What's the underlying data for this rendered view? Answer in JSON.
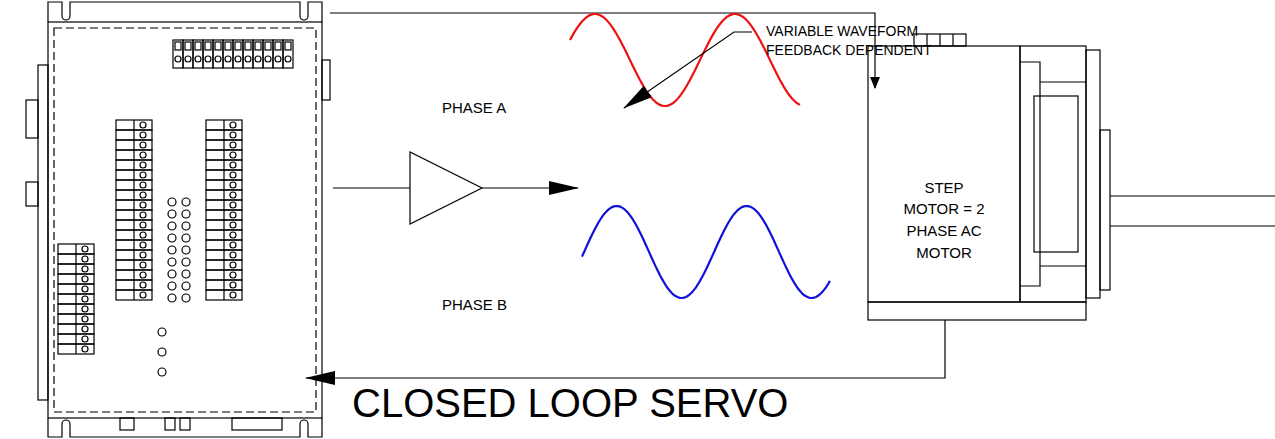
{
  "diagram": {
    "caption": "CLOSED LOOP SERVO",
    "nodes": [
      {
        "text": [
          "STEP MOTOR = 2 PHASE AC MOTOR"
        ]
      }
    ],
    "labels": [
      "VARIABLE WAVEFORM FEEDBACK DEPENDENT",
      "PHASE A",
      "PHASE B"
    ]
  }
}
